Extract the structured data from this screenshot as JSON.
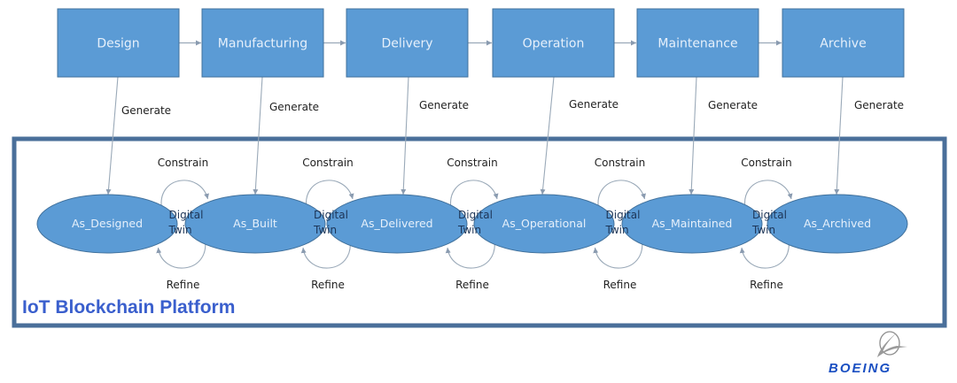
{
  "colors": {
    "box_fill": "#5b9bd5",
    "box_stroke": "#41719c",
    "ellipse_fill": "#5b9bd5",
    "ellipse_stroke": "#41719c",
    "connector": "#9aa9b8",
    "platform_border": "#4a6f9a",
    "platform_title": "#3a5fcd",
    "brand": "#1a4fc2"
  },
  "lifecycle_stages": [
    {
      "label": "Design"
    },
    {
      "label": "Manufacturing"
    },
    {
      "label": "Delivery"
    },
    {
      "label": "Operation"
    },
    {
      "label": "Maintenance"
    },
    {
      "label": "Archive"
    }
  ],
  "generate_label": "Generate",
  "platform": {
    "title": "IoT Blockchain Platform",
    "states": [
      {
        "label": "As_Designed"
      },
      {
        "label": "As_Built"
      },
      {
        "label": "As_Delivered"
      },
      {
        "label": "As_Operational"
      },
      {
        "label": "As_Maintained"
      },
      {
        "label": "As_Archived"
      }
    ],
    "links": [
      {
        "top": "Constrain",
        "bottom": "Refine",
        "middle_line1": "Digital",
        "middle_line2": "Twin"
      },
      {
        "top": "Constrain",
        "bottom": "Refine",
        "middle_line1": "Digital",
        "middle_line2": "Twin"
      },
      {
        "top": "Constrain",
        "bottom": "Refine",
        "middle_line1": "Digital",
        "middle_line2": "Twin"
      },
      {
        "top": "Constrain",
        "bottom": "Refine",
        "middle_line1": "Digital",
        "middle_line2": "Twin"
      },
      {
        "top": "Constrain",
        "bottom": "Refine",
        "middle_line1": "Digital",
        "middle_line2": "Twin"
      }
    ]
  },
  "logo": {
    "icon": "boeing-logo-icon",
    "text": "BOEING"
  }
}
